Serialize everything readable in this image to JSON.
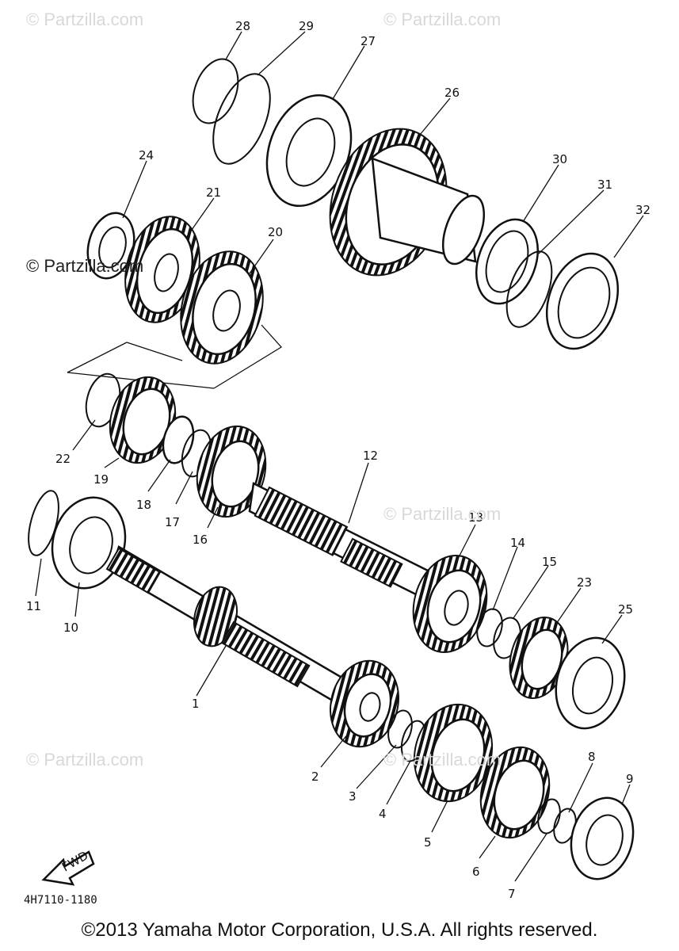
{
  "watermarks": {
    "top_left": "© Partzilla.com",
    "top_right": "© Partzilla.com",
    "mid_left": "© Partzilla.com",
    "mid_right": "© Partzilla.com",
    "low_left": "© Partzilla.com",
    "low_right": "© Partzilla.com"
  },
  "callouts": [
    "1",
    "2",
    "3",
    "4",
    "5",
    "6",
    "7",
    "8",
    "9",
    "10",
    "11",
    "12",
    "13",
    "14",
    "15",
    "16",
    "17",
    "18",
    "19",
    "20",
    "21",
    "22",
    "23",
    "24",
    "25",
    "26",
    "27",
    "28",
    "29",
    "30",
    "31",
    "32"
  ],
  "fwd_label": "FWD",
  "diagram_code": "4H7110-1180",
  "copyright": "©2013 Yamaha Motor Corporation, U.S.A. All rights reserved."
}
